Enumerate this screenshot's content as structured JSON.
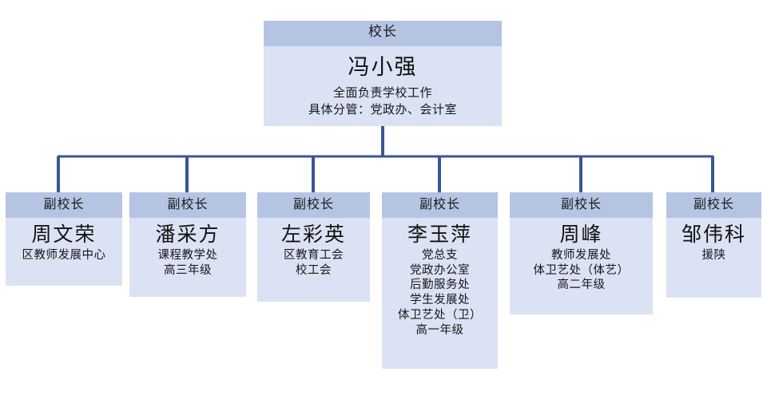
{
  "diagram": {
    "title_role": "校长",
    "accent_line_color": "#3a5696",
    "header_fill": "#b6c4e3",
    "body_fill": "#dbe2f4",
    "root": {
      "role": "校长",
      "name": "冯小强",
      "duties": [
        "全面负责学校工作",
        "具体分管：党政办、会计室"
      ]
    },
    "children": [
      {
        "role": "副校长",
        "name": "周文荣",
        "duties": [
          "区教师发展中心"
        ]
      },
      {
        "role": "副校长",
        "name": "潘采方",
        "duties": [
          "课程教学处",
          "高三年级"
        ]
      },
      {
        "role": "副校长",
        "name": "左彩英",
        "duties": [
          "区教育工会",
          "校工会"
        ]
      },
      {
        "role": "副校长",
        "name": "李玉萍",
        "duties": [
          "党总支",
          "党政办公室",
          "后勤服务处",
          "学生发展处",
          "体卫艺处（卫）",
          "高一年级"
        ]
      },
      {
        "role": "副校长",
        "name": "周峰",
        "duties": [
          "教师发展处",
          "体卫艺处（体艺）",
          "高二年级"
        ]
      },
      {
        "role": "副校长",
        "name": "邹伟科",
        "duties": [
          "援陕"
        ]
      }
    ]
  }
}
